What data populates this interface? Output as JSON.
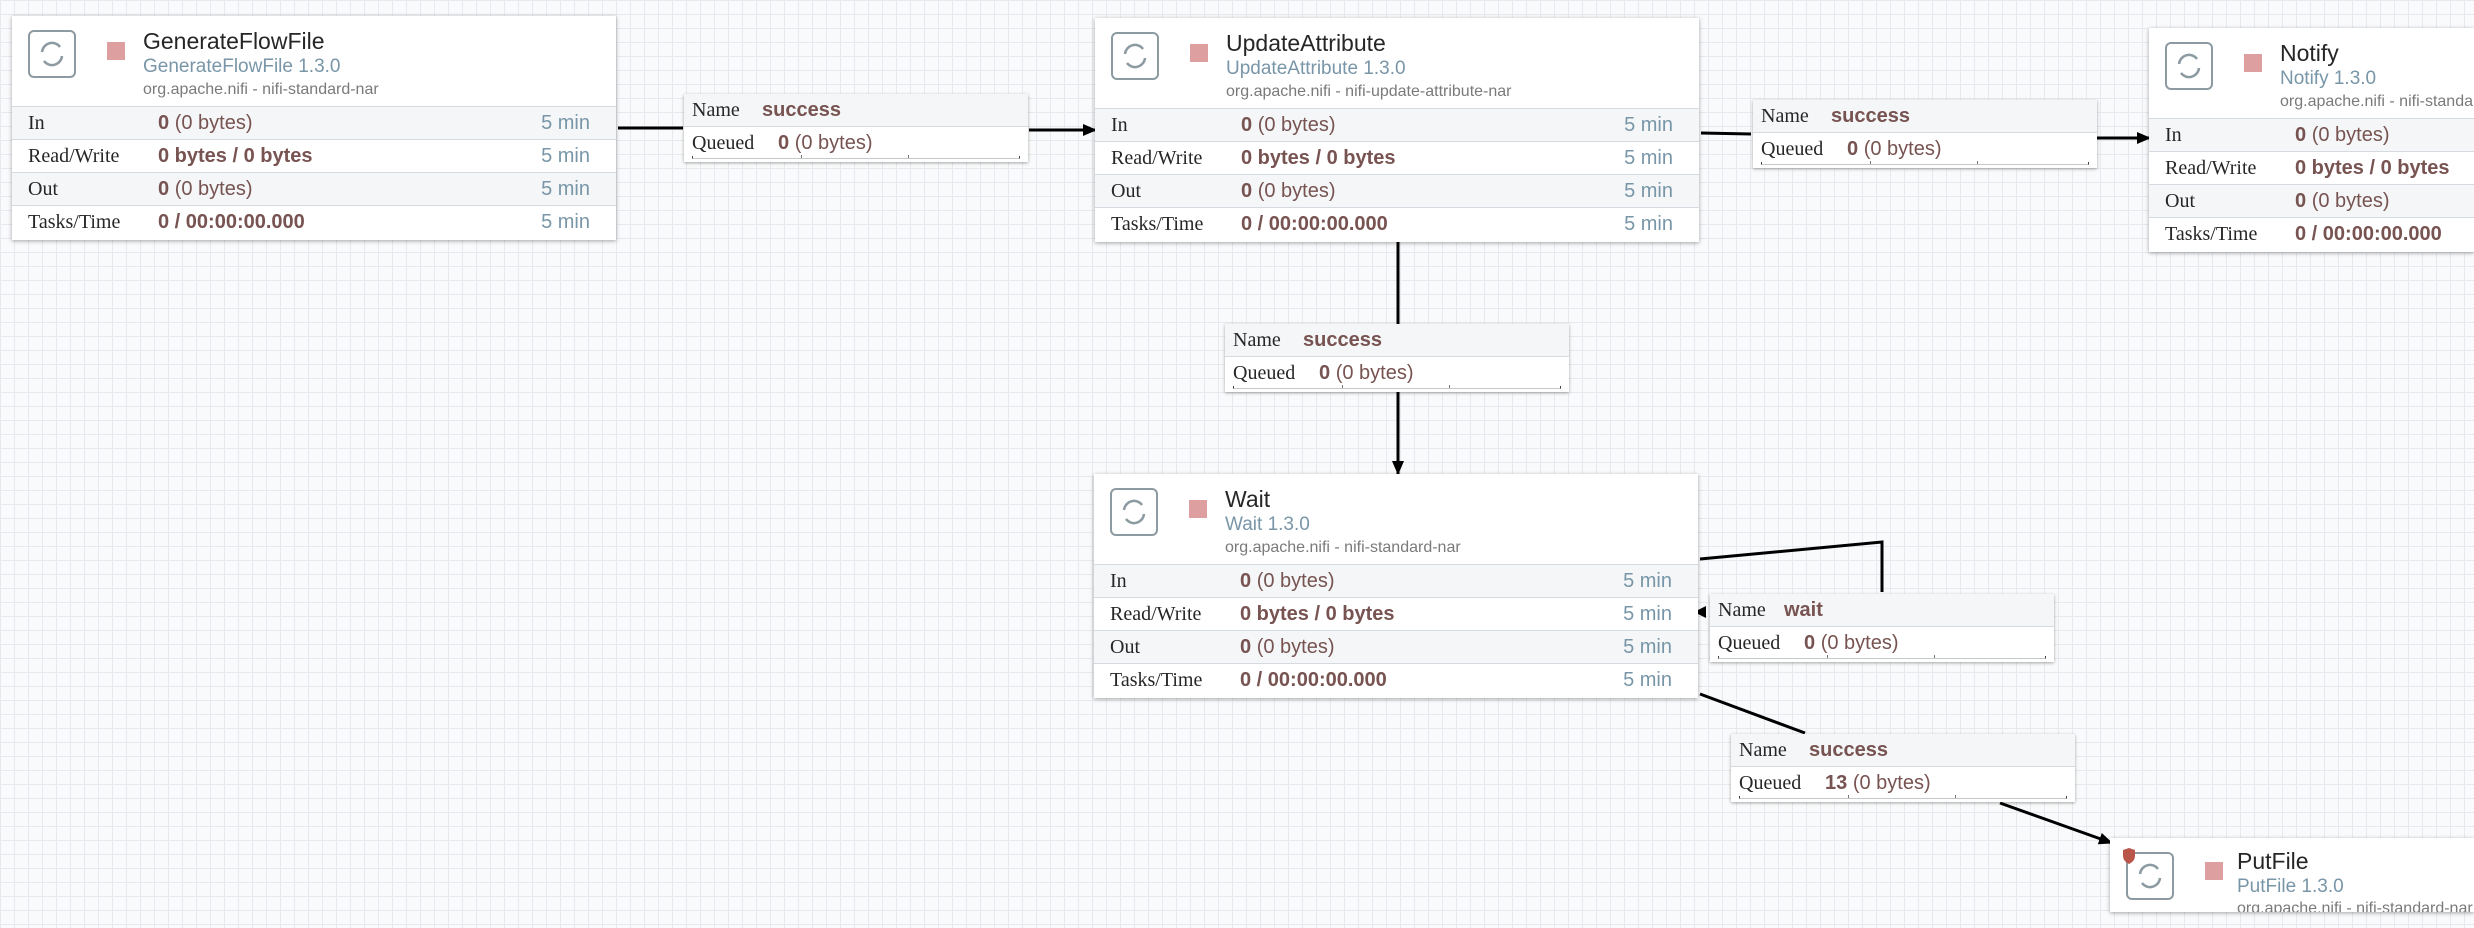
{
  "processors": {
    "generate": {
      "name": "GenerateFlowFile",
      "type": "GenerateFlowFile 1.3.0",
      "bundle": "org.apache.nifi - nifi-standard-nar",
      "stats": {
        "in_label": "In",
        "in_count": "0",
        "in_size": "(0 bytes)",
        "in_time": "5 min",
        "rw_label": "Read/Write",
        "rw_value": "0 bytes / 0 bytes",
        "rw_time": "5 min",
        "out_label": "Out",
        "out_count": "0",
        "out_size": "(0 bytes)",
        "out_time": "5 min",
        "tasks_label": "Tasks/Time",
        "tasks_value": "0 / 00:00:00.000",
        "tasks_time": "5 min"
      }
    },
    "update": {
      "name": "UpdateAttribute",
      "type": "UpdateAttribute 1.3.0",
      "bundle": "org.apache.nifi - nifi-update-attribute-nar",
      "stats": {
        "in_label": "In",
        "in_count": "0",
        "in_size": "(0 bytes)",
        "in_time": "5 min",
        "rw_label": "Read/Write",
        "rw_value": "0 bytes / 0 bytes",
        "rw_time": "5 min",
        "out_label": "Out",
        "out_count": "0",
        "out_size": "(0 bytes)",
        "out_time": "5 min",
        "tasks_label": "Tasks/Time",
        "tasks_value": "0 / 00:00:00.000",
        "tasks_time": "5 min"
      }
    },
    "notify": {
      "name": "Notify",
      "type": "Notify 1.3.0",
      "bundle": "org.apache.nifi - nifi-standard-nar",
      "stats": {
        "in_label": "In",
        "in_count": "0",
        "in_size": "(0 bytes)",
        "rw_label": "Read/Write",
        "rw_value": "0 bytes / 0 bytes",
        "out_label": "Out",
        "out_count": "0",
        "out_size": "(0 bytes)",
        "tasks_label": "Tasks/Time",
        "tasks_value": "0 / 00:00:00.000"
      }
    },
    "wait": {
      "name": "Wait",
      "type": "Wait 1.3.0",
      "bundle": "org.apache.nifi - nifi-standard-nar",
      "stats": {
        "in_label": "In",
        "in_count": "0",
        "in_size": "(0 bytes)",
        "in_time": "5 min",
        "rw_label": "Read/Write",
        "rw_value": "0 bytes / 0 bytes",
        "rw_time": "5 min",
        "out_label": "Out",
        "out_count": "0",
        "out_size": "(0 bytes)",
        "out_time": "5 min",
        "tasks_label": "Tasks/Time",
        "tasks_value": "0 / 00:00:00.000",
        "tasks_time": "5 min"
      }
    },
    "putfile": {
      "name": "PutFile",
      "type": "PutFile 1.3.0",
      "bundle": "org.apache.nifi - nifi-standard-nar"
    }
  },
  "connections": {
    "gen_to_update": {
      "name_label": "Name",
      "name": "success",
      "queued_label": "Queued",
      "queued_count": "0",
      "queued_size": "(0 bytes)"
    },
    "update_to_notify": {
      "name_label": "Name",
      "name": "success",
      "queued_label": "Queued",
      "queued_count": "0",
      "queued_size": "(0 bytes)"
    },
    "update_to_wait": {
      "name_label": "Name",
      "name": "success",
      "queued_label": "Queued",
      "queued_count": "0",
      "queued_size": "(0 bytes)"
    },
    "wait_loop": {
      "name_label": "Name",
      "name": "wait",
      "queued_label": "Queued",
      "queued_count": "0",
      "queued_size": "(0 bytes)"
    },
    "wait_to_putfile": {
      "name_label": "Name",
      "name": "success",
      "queued_label": "Queued",
      "queued_count": "13",
      "queued_size": "(0 bytes)"
    }
  },
  "colors": {
    "canvas_bg": "#f9fafb",
    "grid": "#e6eaee",
    "stopped_indicator": "#dd9f9f",
    "stat_value": "#775351",
    "type_text": "#7896a8",
    "connection_line": "#000000"
  },
  "icons": {
    "processor": "processor-icon",
    "stopped": "stop-icon",
    "invalid": "invalid-shield-icon"
  }
}
